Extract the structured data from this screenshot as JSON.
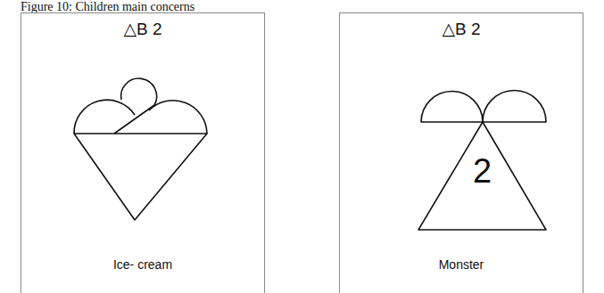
{
  "diagram": {
    "caption": "Figure 10: Children main concerns",
    "nodes": [
      {
        "text": [
          "△B 2",
          "Ice- cream"
        ]
      },
      {
        "text": [
          "△B 2",
          "Monster"
        ]
      }
    ],
    "labels": [
      "2"
    ]
  }
}
